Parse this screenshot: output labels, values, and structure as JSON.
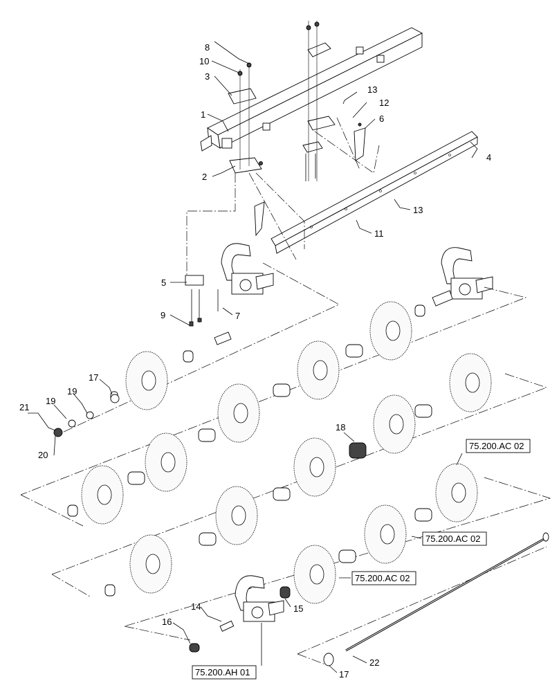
{
  "callouts": [
    {
      "id": "c1",
      "label": "1"
    },
    {
      "id": "c2",
      "label": "2"
    },
    {
      "id": "c3",
      "label": "3"
    },
    {
      "id": "c4",
      "label": "4"
    },
    {
      "id": "c5",
      "label": "5"
    },
    {
      "id": "c6",
      "label": "6"
    },
    {
      "id": "c7",
      "label": "7"
    },
    {
      "id": "c8",
      "label": "8"
    },
    {
      "id": "c9",
      "label": "9"
    },
    {
      "id": "c10",
      "label": "10"
    },
    {
      "id": "c11",
      "label": "11"
    },
    {
      "id": "c12",
      "label": "12"
    },
    {
      "id": "c13a",
      "label": "13"
    },
    {
      "id": "c13b",
      "label": "13"
    },
    {
      "id": "c14",
      "label": "14"
    },
    {
      "id": "c15",
      "label": "15"
    },
    {
      "id": "c16",
      "label": "16"
    },
    {
      "id": "c17a",
      "label": "17"
    },
    {
      "id": "c17b",
      "label": "17"
    },
    {
      "id": "c18",
      "label": "18"
    },
    {
      "id": "c19a",
      "label": "19"
    },
    {
      "id": "c19b",
      "label": "19"
    },
    {
      "id": "c20",
      "label": "20"
    },
    {
      "id": "c21",
      "label": "21"
    },
    {
      "id": "c22",
      "label": "22"
    }
  ],
  "references": [
    {
      "id": "r1",
      "label": "75.200.AC 02"
    },
    {
      "id": "r2",
      "label": "75.200.AC 02"
    },
    {
      "id": "r3",
      "label": "75.200.AC 02"
    },
    {
      "id": "r4",
      "label": "75.200.AH 01"
    }
  ]
}
